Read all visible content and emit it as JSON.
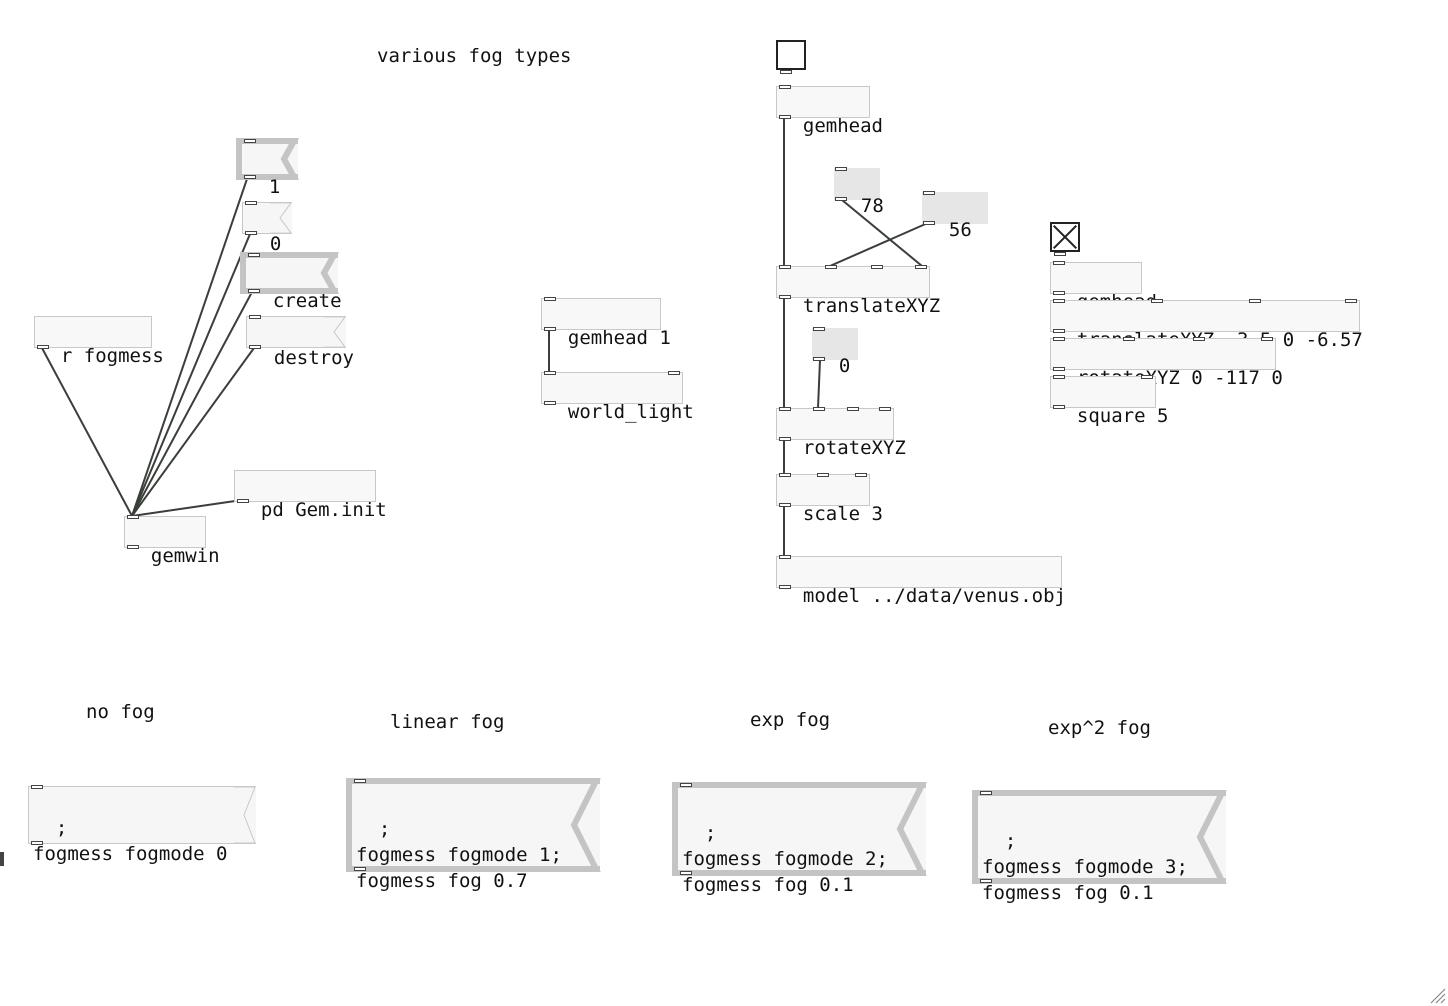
{
  "canvas": {
    "title_comment": "various fog types",
    "labels": {
      "no_fog": "no fog",
      "linear_fog": "linear fog",
      "exp_fog": "exp fog",
      "exp2_fog": "exp^2 fog"
    },
    "window_messages": {
      "one": "1",
      "zero": "0",
      "create": "create",
      "destroy": "destroy"
    },
    "objects": {
      "r_fogmess": "r fogmess",
      "pd_gem_init": "pd Gem.init",
      "gemwin": "gemwin",
      "gemhead_1": "gemhead 1",
      "world_light": "world_light",
      "gemhead_main": "gemhead",
      "translate_main": "translateXYZ",
      "rotate_main": "rotateXYZ",
      "scale_main": "scale 3",
      "model": "model ../data/venus.obj",
      "gemhead_square": "gemhead",
      "translate_square": "translateXYZ -3.5 0 -6.57",
      "rotate_square": "rotateXYZ 0 -117 0",
      "square": "square 5"
    },
    "numbers": {
      "n78": "78",
      "n56": "56",
      "n0": "0"
    },
    "toggles": {
      "main_toggle_on": false,
      "square_toggle_on": true
    },
    "fog_messages": {
      "none": ";\nfogmess fogmode 0",
      "linear": ";\nfogmess fogmode 1;\nfogmess fog 0.7",
      "exp": ";\nfogmess fogmode 2;\nfogmess fog 0.1",
      "exp2": ";\nfogmess fogmode 3;\nfogmess fog 0.1"
    },
    "colors": {
      "background": "#ffffff",
      "box_border": "#c8c8c8",
      "wire": "#333333",
      "atom_fill": "#e6e6e6"
    }
  }
}
